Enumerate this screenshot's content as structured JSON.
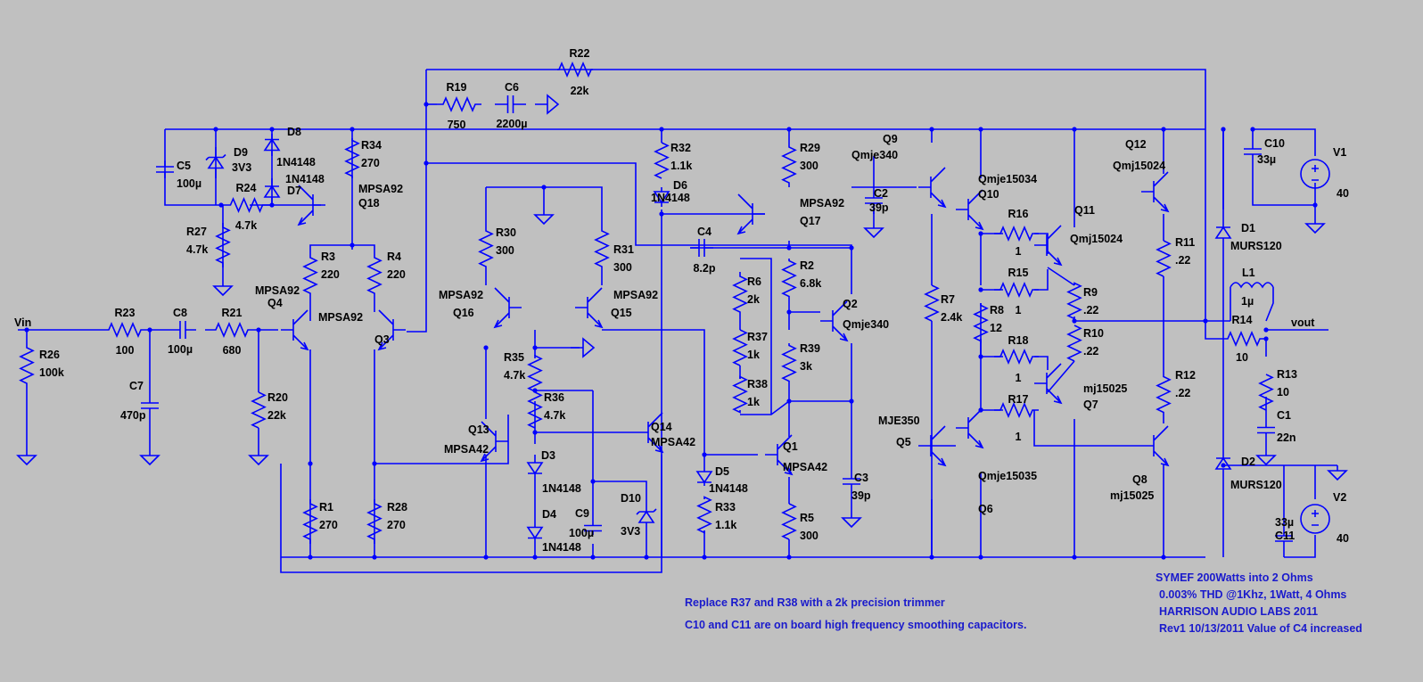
{
  "signals": {
    "vin": "Vin",
    "vout": "vout"
  },
  "resistors": [
    {
      "ref": "R23",
      "value": "100"
    },
    {
      "ref": "R26",
      "value": "100k"
    },
    {
      "ref": "R21",
      "value": "680"
    },
    {
      "ref": "R20",
      "value": "22k"
    },
    {
      "ref": "R3",
      "value": "220"
    },
    {
      "ref": "R4",
      "value": "220"
    },
    {
      "ref": "R1",
      "value": "270"
    },
    {
      "ref": "R28",
      "value": "270"
    },
    {
      "ref": "R27",
      "value": "4.7k"
    },
    {
      "ref": "R24",
      "value": "4.7k"
    },
    {
      "ref": "R34",
      "value": "270"
    },
    {
      "ref": "R19",
      "value": "750"
    },
    {
      "ref": "R22",
      "value": "22k"
    },
    {
      "ref": "R30",
      "value": "300"
    },
    {
      "ref": "R31",
      "value": "300"
    },
    {
      "ref": "R35",
      "value": "4.7k"
    },
    {
      "ref": "R36",
      "value": "4.7k"
    },
    {
      "ref": "R32",
      "value": "1.1k"
    },
    {
      "ref": "R33",
      "value": "1.1k"
    },
    {
      "ref": "R29",
      "value": "300"
    },
    {
      "ref": "R2",
      "value": "6.8k"
    },
    {
      "ref": "R6",
      "value": "2k"
    },
    {
      "ref": "R37",
      "value": "1k"
    },
    {
      "ref": "R38",
      "value": "1k"
    },
    {
      "ref": "R39",
      "value": "3k"
    },
    {
      "ref": "R5",
      "value": "300"
    },
    {
      "ref": "R7",
      "value": "2.4k"
    },
    {
      "ref": "R16",
      "value": "1"
    },
    {
      "ref": "R15",
      "value": "1"
    },
    {
      "ref": "R8",
      "value": "12"
    },
    {
      "ref": "R18",
      "value": "1"
    },
    {
      "ref": "R17",
      "value": "1"
    },
    {
      "ref": "R9",
      "value": ".22"
    },
    {
      "ref": "R10",
      "value": ".22"
    },
    {
      "ref": "R11",
      "value": ".22"
    },
    {
      "ref": "R12",
      "value": ".22"
    },
    {
      "ref": "R14",
      "value": "10"
    },
    {
      "ref": "R13",
      "value": "10"
    }
  ],
  "capacitors": [
    {
      "ref": "C8",
      "value": "100µ"
    },
    {
      "ref": "C7",
      "value": "470p"
    },
    {
      "ref": "C5",
      "value": "100µ"
    },
    {
      "ref": "C6",
      "value": "2200µ"
    },
    {
      "ref": "C9",
      "value": "100µ"
    },
    {
      "ref": "C4",
      "value": "8.2p"
    },
    {
      "ref": "C2",
      "value": "39p"
    },
    {
      "ref": "C3",
      "value": "39p"
    },
    {
      "ref": "C10",
      "value": "33µ"
    },
    {
      "ref": "C1",
      "value": "22n"
    },
    {
      "ref": "C11",
      "value": "33µ"
    }
  ],
  "diodes": [
    {
      "ref": "D9",
      "value": "3V3"
    },
    {
      "ref": "D8",
      "value": "1N4148"
    },
    {
      "ref": "D7",
      "value": "1N4148"
    },
    {
      "ref": "D6",
      "value": "1N4148"
    },
    {
      "ref": "D3",
      "value": "1N4148"
    },
    {
      "ref": "D4",
      "value": "1N4148"
    },
    {
      "ref": "D10",
      "value": "3V3"
    },
    {
      "ref": "D5",
      "value": "1N4148"
    },
    {
      "ref": "D1",
      "value": "MURS120"
    },
    {
      "ref": "D2",
      "value": "MURS120"
    }
  ],
  "transistors": [
    {
      "ref": "Q4",
      "model": "MPSA92"
    },
    {
      "ref": "Q3",
      "model": "MPSA92"
    },
    {
      "ref": "Q18",
      "model": "MPSA92"
    },
    {
      "ref": "Q16",
      "model": "MPSA92"
    },
    {
      "ref": "Q15",
      "model": "MPSA92"
    },
    {
      "ref": "Q13",
      "model": "MPSA42"
    },
    {
      "ref": "Q14",
      "model": "MPSA42"
    },
    {
      "ref": "Q17",
      "model": "MPSA92"
    },
    {
      "ref": "Q2",
      "model": "Qmje340"
    },
    {
      "ref": "Q1",
      "model": "MPSA42"
    },
    {
      "ref": "Q9",
      "model": "Qmje340"
    },
    {
      "ref": "Q5",
      "model": "MJE350"
    },
    {
      "ref": "Q10",
      "model": "Qmje15034"
    },
    {
      "ref": "Q6",
      "model": "Qmje15035"
    },
    {
      "ref": "Q11",
      "model": "Qmj15024"
    },
    {
      "ref": "Q7",
      "model": "mj15025"
    },
    {
      "ref": "Q12",
      "model": "Qmj15024"
    },
    {
      "ref": "Q8",
      "model": "mj15025"
    }
  ],
  "inductors": [
    {
      "ref": "L1",
      "value": "1µ"
    }
  ],
  "sources": [
    {
      "ref": "V1",
      "value": "40"
    },
    {
      "ref": "V2",
      "value": "40"
    }
  ],
  "notes": [
    "Replace R37 and R38 with a 2k precision trimmer",
    "C10 and C11 are on board high frequency smoothing capacitors."
  ],
  "title_block": [
    "SYMEF 200Watts into 2 Ohms",
    "0.003% THD @1Khz, 1Watt, 4 Ohms",
    "HARRISON AUDIO LABS 2011",
    "Rev1 10/13/2011 Value of C4 increased"
  ],
  "colors": {
    "background": "#c0c0c0",
    "wire": "#0000ff",
    "label": "#000000",
    "note": "#1a1acc"
  }
}
